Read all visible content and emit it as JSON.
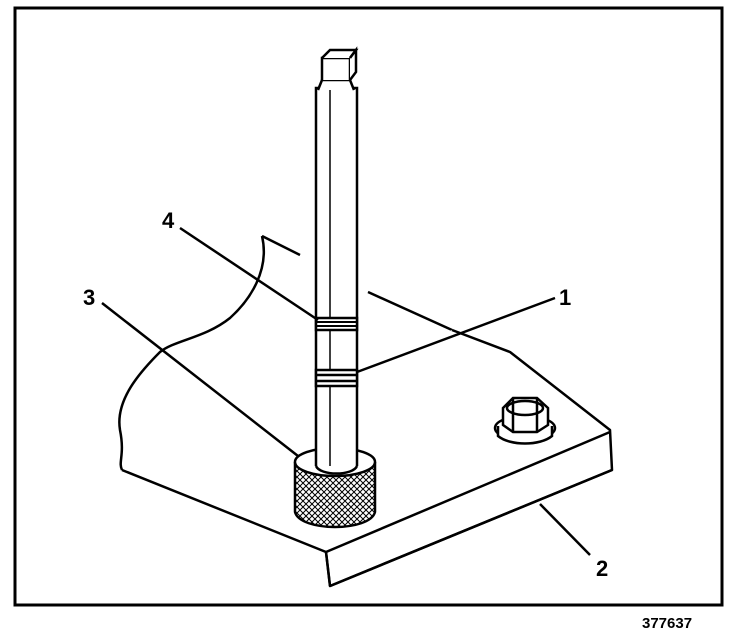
{
  "callouts": {
    "c1": "1",
    "c2": "2",
    "c3": "3",
    "c4": "4"
  },
  "figure_id": "377637"
}
